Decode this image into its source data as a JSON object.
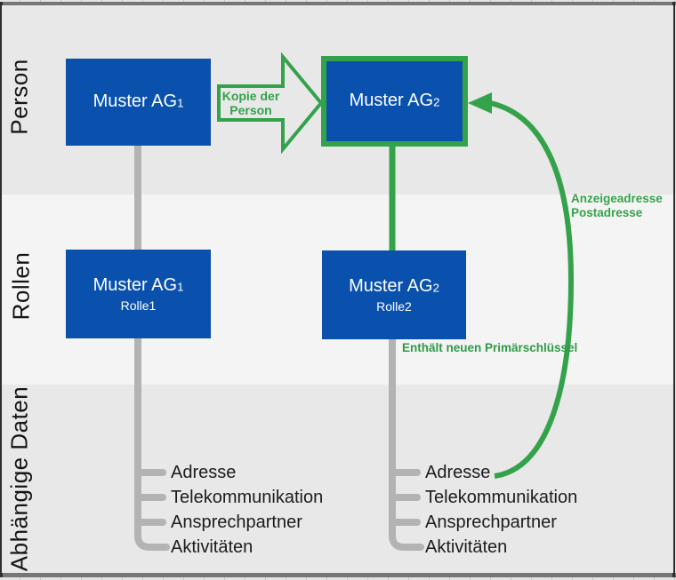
{
  "lanes": {
    "person": "Person",
    "rollen": "Rollen",
    "daten": "Abhängige Daten"
  },
  "nodes": {
    "person_ag1": {
      "title": "Muster AG",
      "sub": "1"
    },
    "person_ag2": {
      "title": "Muster AG",
      "sub": "2"
    },
    "rolle1": {
      "title": "Muster AG",
      "sub": "1",
      "subtitle": "Rolle1"
    },
    "rolle2": {
      "title": "Muster AG",
      "sub": "2",
      "subtitle": "Rolle2"
    }
  },
  "annotations": {
    "copy_arrow_line1": "Kopie der",
    "copy_arrow_line2": "Person",
    "address_line1": "Anzeigeadresse",
    "address_line2": "Postadresse",
    "primary_key": "Enthält neuen Primärschlüssel"
  },
  "lists": {
    "left": [
      "Adresse",
      "Telekommunikation",
      "Ansprechpartner",
      "Aktivitäten"
    ],
    "right": [
      "Adresse",
      "Telekommunikation",
      "Ansprechpartner",
      "Aktivitäten"
    ]
  },
  "colors": {
    "box_blue": "#0a51ae",
    "green": "#34a24b",
    "gray_connector": "#b3b3b3",
    "lane_dark": "#e8e8e8",
    "lane_light": "#f4f4f4"
  }
}
